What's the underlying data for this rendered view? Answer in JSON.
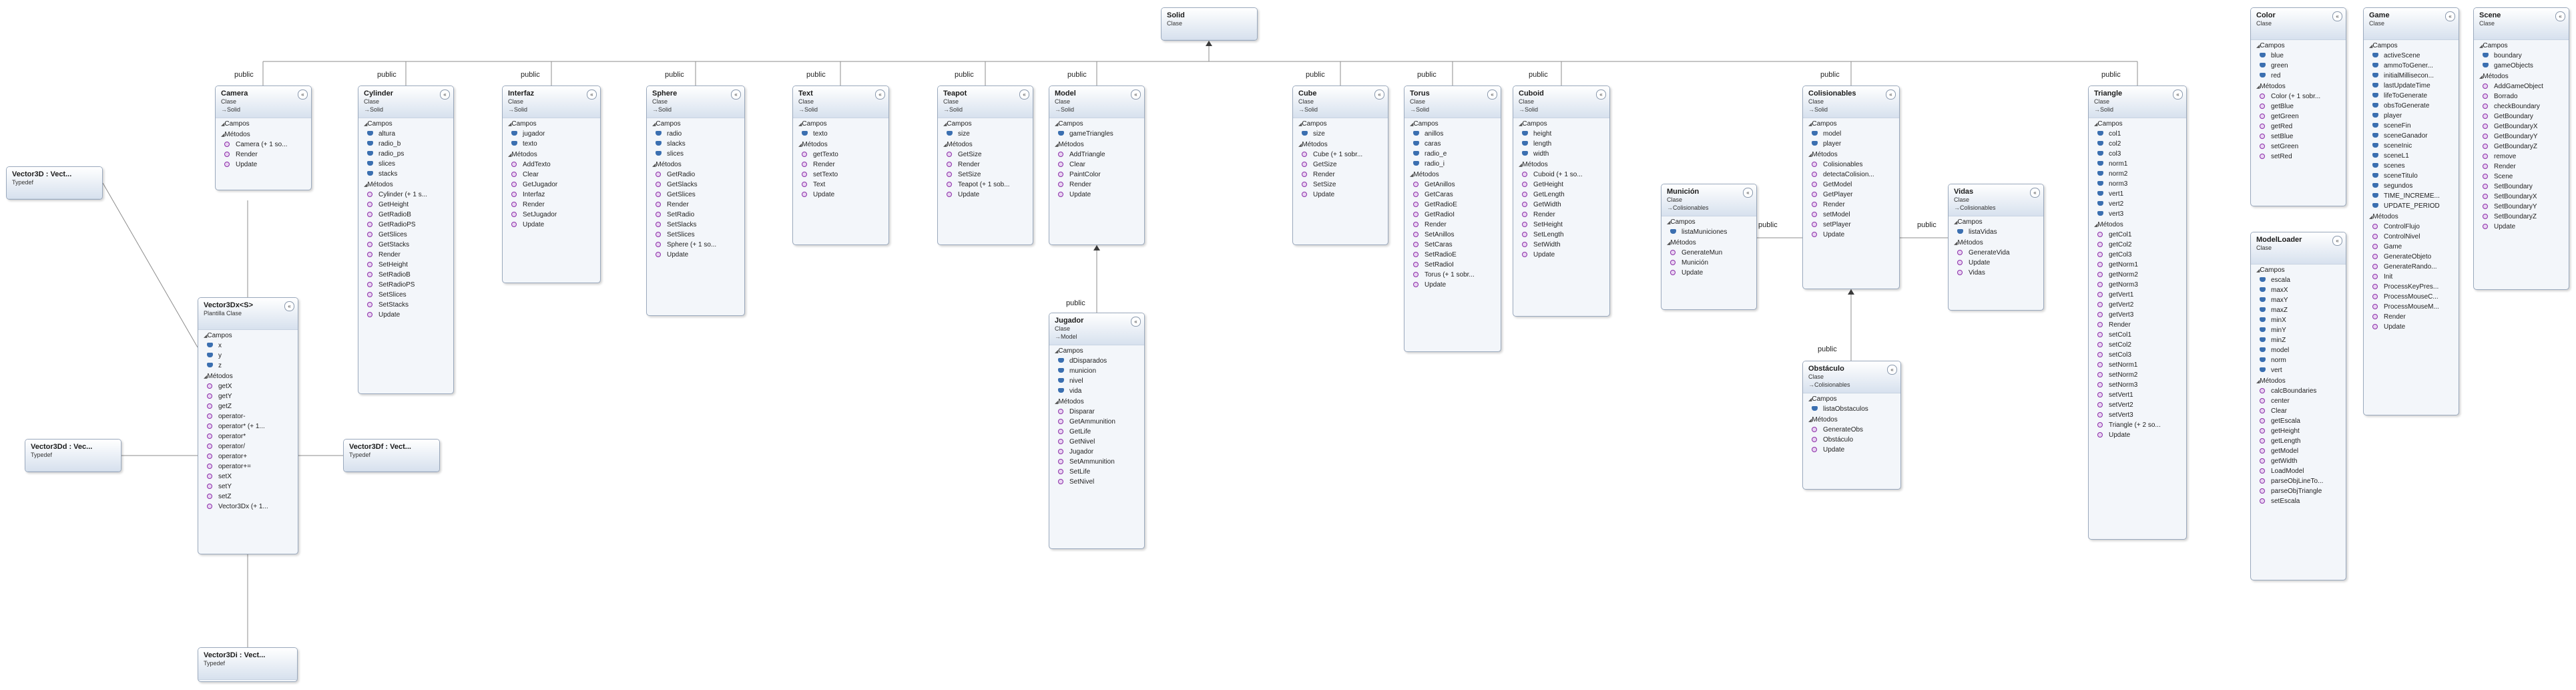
{
  "labels": {
    "campos": "Campos",
    "metodos": "Métodos",
    "public": "public",
    "toggle": "«"
  },
  "classes": {
    "Solid": {
      "name": "Solid",
      "kind": "Clase"
    },
    "Camera": {
      "name": "Camera",
      "kind": "Clase",
      "base": "Solid",
      "fields": [],
      "methods": [
        "Camera (+ 1 so...",
        "Render",
        "Update"
      ]
    },
    "Cylinder": {
      "name": "Cylinder",
      "kind": "Clase",
      "base": "Solid",
      "fields": [
        "altura",
        "radio_b",
        "radio_ps",
        "slices",
        "stacks"
      ],
      "methods": [
        "Cylinder (+ 1 s...",
        "GetHeight",
        "GetRadioB",
        "GetRadioPS",
        "GetSlices",
        "GetStacks",
        "Render",
        "SetHeight",
        "SetRadioB",
        "SetRadioPS",
        "SetSlices",
        "SetStacks",
        "Update"
      ]
    },
    "Interfaz": {
      "name": "Interfaz",
      "kind": "Clase",
      "base": "Solid",
      "fields": [
        "jugador",
        "texto"
      ],
      "methods": [
        "AddTexto",
        "Clear",
        "GetJugador",
        "Interfaz",
        "Render",
        "SetJugador",
        "Update"
      ]
    },
    "Sphere": {
      "name": "Sphere",
      "kind": "Clase",
      "base": "Solid",
      "fields": [
        "radio",
        "slacks",
        "slices"
      ],
      "methods": [
        "GetRadio",
        "GetSlacks",
        "GetSlices",
        "Render",
        "SetRadio",
        "SetSlacks",
        "SetSlices",
        "Sphere (+ 1 so...",
        "Update"
      ]
    },
    "Text": {
      "name": "Text",
      "kind": "Clase",
      "base": "Solid",
      "fields": [
        "texto"
      ],
      "methods": [
        "getTexto",
        "Render",
        "setTexto",
        "Text",
        "Update"
      ]
    },
    "Teapot": {
      "name": "Teapot",
      "kind": "Clase",
      "base": "Solid",
      "fields": [
        "size"
      ],
      "methods": [
        "GetSize",
        "Render",
        "SetSize",
        "Teapot (+ 1 sob...",
        "Update"
      ]
    },
    "Model": {
      "name": "Model",
      "kind": "Clase",
      "base": "Solid",
      "fields": [
        "gameTriangles"
      ],
      "methods": [
        "AddTriangle",
        "Clear",
        "PaintColor",
        "Render",
        "Update"
      ]
    },
    "Cube": {
      "name": "Cube",
      "kind": "Clase",
      "base": "Solid",
      "fields": [
        "size"
      ],
      "methods": [
        "Cube (+ 1 sobr...",
        "GetSize",
        "Render",
        "SetSize",
        "Update"
      ]
    },
    "Torus": {
      "name": "Torus",
      "kind": "Clase",
      "base": "Solid",
      "fields": [
        "anillos",
        "caras",
        "radio_e",
        "radio_i"
      ],
      "methods": [
        "GetAnillos",
        "GetCaras",
        "GetRadioE",
        "GetRadioI",
        "Render",
        "SetAnillos",
        "SetCaras",
        "SetRadioE",
        "SetRadioI",
        "Torus (+ 1 sobr...",
        "Update"
      ]
    },
    "Cuboid": {
      "name": "Cuboid",
      "kind": "Clase",
      "base": "Solid",
      "fields": [
        "height",
        "length",
        "width"
      ],
      "methods": [
        "Cuboid (+ 1 so...",
        "GetHeight",
        "GetLength",
        "GetWidth",
        "Render",
        "SetHeight",
        "SetLength",
        "SetWidth",
        "Update"
      ]
    },
    "Municion": {
      "name": "Munición",
      "kind": "Clase",
      "base": "Colisionables",
      "fields": [
        "listaMuniciones"
      ],
      "methods": [
        "GenerateMun",
        "Munición",
        "Update"
      ]
    },
    "Colisionables": {
      "name": "Colisionables",
      "kind": "Clase",
      "base": "Solid",
      "fields": [
        "model",
        "player"
      ],
      "methods": [
        "Colisionables",
        "detectaColision...",
        "GetModel",
        "GetPlayer",
        "Render",
        "setModel",
        "setPlayer",
        "Update"
      ]
    },
    "Vidas": {
      "name": "Vidas",
      "kind": "Clase",
      "base": "Colisionables",
      "fields": [
        "listaVidas"
      ],
      "methods": [
        "GenerateVida",
        "Update",
        "Vidas"
      ]
    },
    "Triangle": {
      "name": "Triangle",
      "kind": "Clase",
      "base": "Solid",
      "fields": [
        "col1",
        "col2",
        "col3",
        "norm1",
        "norm2",
        "norm3",
        "vert1",
        "vert2",
        "vert3"
      ],
      "methods": [
        "getCol1",
        "getCol2",
        "getCol3",
        "getNorm1",
        "getNorm2",
        "getNorm3",
        "getVert1",
        "getVert2",
        "getVert3",
        "Render",
        "setCol1",
        "setCol2",
        "setCol3",
        "setNorm1",
        "setNorm2",
        "setNorm3",
        "setVert1",
        "setVert2",
        "setVert3",
        "Triangle (+ 2 so...",
        "Update"
      ]
    },
    "Color": {
      "name": "Color",
      "kind": "Clase",
      "fields": [
        "blue",
        "green",
        "red"
      ],
      "methods": [
        "Color (+ 1 sobr...",
        "getBlue",
        "getGreen",
        "getRed",
        "setBlue",
        "setGreen",
        "setRed"
      ]
    },
    "Game": {
      "name": "Game",
      "kind": "Clase",
      "fields": [
        "activeScene",
        "ammoToGener...",
        "initialMillisecon...",
        "lastUpdateTime",
        "lifeToGenerate",
        "obsToGenerate",
        "player",
        "sceneFin",
        "sceneGanador",
        "sceneInic",
        "sceneL1",
        "scenes",
        "sceneTitulo",
        "segundos",
        "TIME_INCREME...",
        "UPDATE_PERIOD"
      ],
      "methods": [
        "ControlFlujo",
        "ControlNivel",
        "Game",
        "GenerateObjeto",
        "GenerateRando...",
        "Init",
        "ProcessKeyPres...",
        "ProcessMouseC...",
        "ProcessMouseM...",
        "Render",
        "Update"
      ]
    },
    "Scene": {
      "name": "Scene",
      "kind": "Clase",
      "fields": [
        "boundary",
        "gameObjects"
      ],
      "methods": [
        "AddGameObject",
        "Borrado",
        "checkBoundary",
        "GetBoundary",
        "GetBoundaryX",
        "GetBoundaryY",
        "GetBoundaryZ",
        "remove",
        "Render",
        "Scene",
        "SetBoundary",
        "SetBoundaryX",
        "SetBoundaryY",
        "SetBoundaryZ",
        "Update"
      ]
    },
    "ModelLoader": {
      "name": "ModelLoader",
      "kind": "Clase",
      "fields": [
        "escala",
        "maxX",
        "maxY",
        "maxZ",
        "minX",
        "minY",
        "minZ",
        "model",
        "norm",
        "vert"
      ],
      "methods": [
        "calcBoundaries",
        "center",
        "Clear",
        "getEscala",
        "getHeight",
        "getLength",
        "getModel",
        "getWidth",
        "LoadModel",
        "parseObjLineTo...",
        "parseObjTriangle",
        "setEscala"
      ]
    },
    "Jugador": {
      "name": "Jugador",
      "kind": "Clase",
      "base": "Model",
      "fields": [
        "dDisparados",
        "municion",
        "nivel",
        "vida"
      ],
      "methods": [
        "Disparar",
        "GetAmmunition",
        "GetLife",
        "GetNivel",
        "Jugador",
        "SetAmmunition",
        "SetLife",
        "SetNivel"
      ]
    },
    "Obstaculo": {
      "name": "Obstáculo",
      "kind": "Clase",
      "base": "Colisionables",
      "fields": [
        "listaObstaculos"
      ],
      "methods": [
        "GenerateObs",
        "Obstáculo",
        "Update"
      ]
    },
    "Vector3Dx": {
      "name": "Vector3Dx<S>",
      "kind": "Plantilla Clase",
      "fields": [
        "x",
        "y",
        "z"
      ],
      "methods": [
        "getX",
        "getY",
        "getZ",
        "operator-",
        "operator* (+ 1...",
        "operator*",
        "operator/",
        "operator+",
        "operator+=",
        "setX",
        "setY",
        "setZ",
        "Vector3Dx (+ 1..."
      ]
    },
    "Vector3D": {
      "name": "Vector3D : Vect...",
      "kind": "Typedef"
    },
    "Vector3Dd": {
      "name": "Vector3Dd : Vec...",
      "kind": "Typedef"
    },
    "Vector3Df": {
      "name": "Vector3Df : Vect...",
      "kind": "Typedef"
    },
    "Vector3Di": {
      "name": "Vector3Di : Vect...",
      "kind": "Typedef"
    }
  }
}
